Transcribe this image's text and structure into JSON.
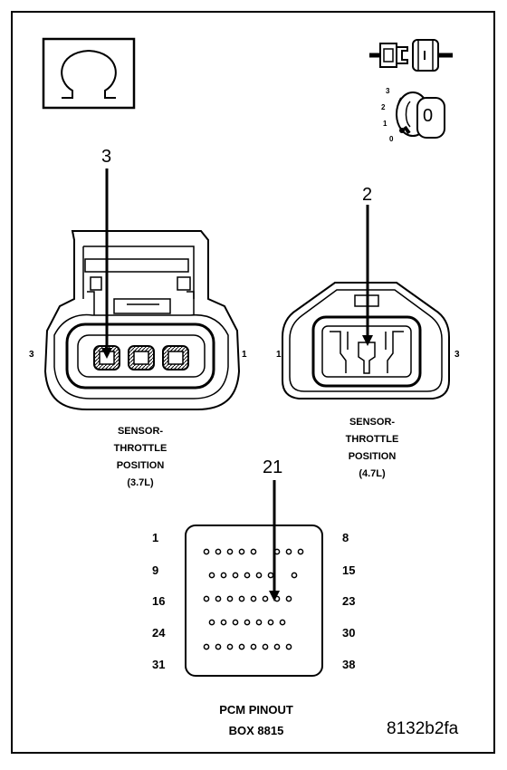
{
  "icons": {
    "ohm": "ohm-meter-icon",
    "connector": "disconnected-connector-icon",
    "ignition": "ignition-key-icon"
  },
  "ignition": {
    "positions": [
      "3",
      "2",
      "1",
      "0"
    ],
    "key_label": "0"
  },
  "connector_37": {
    "callout": "3",
    "pin_left": "3",
    "pin_right": "1",
    "caption": [
      "SENSOR-",
      "THROTTLE",
      "POSITION",
      "(3.7L)"
    ]
  },
  "connector_47": {
    "callout": "2",
    "pin_left": "1",
    "pin_right": "3",
    "caption": [
      "SENSOR-",
      "THROTTLE",
      "POSITION",
      "(4.7L)"
    ]
  },
  "pcm": {
    "callout": "21",
    "left_numbers": [
      "1",
      "9",
      "16",
      "24",
      "31"
    ],
    "right_numbers": [
      "8",
      "15",
      "23",
      "30",
      "38"
    ],
    "title": [
      "PCM PINOUT",
      "BOX 8815"
    ]
  },
  "figure_id": "8132b2fa"
}
